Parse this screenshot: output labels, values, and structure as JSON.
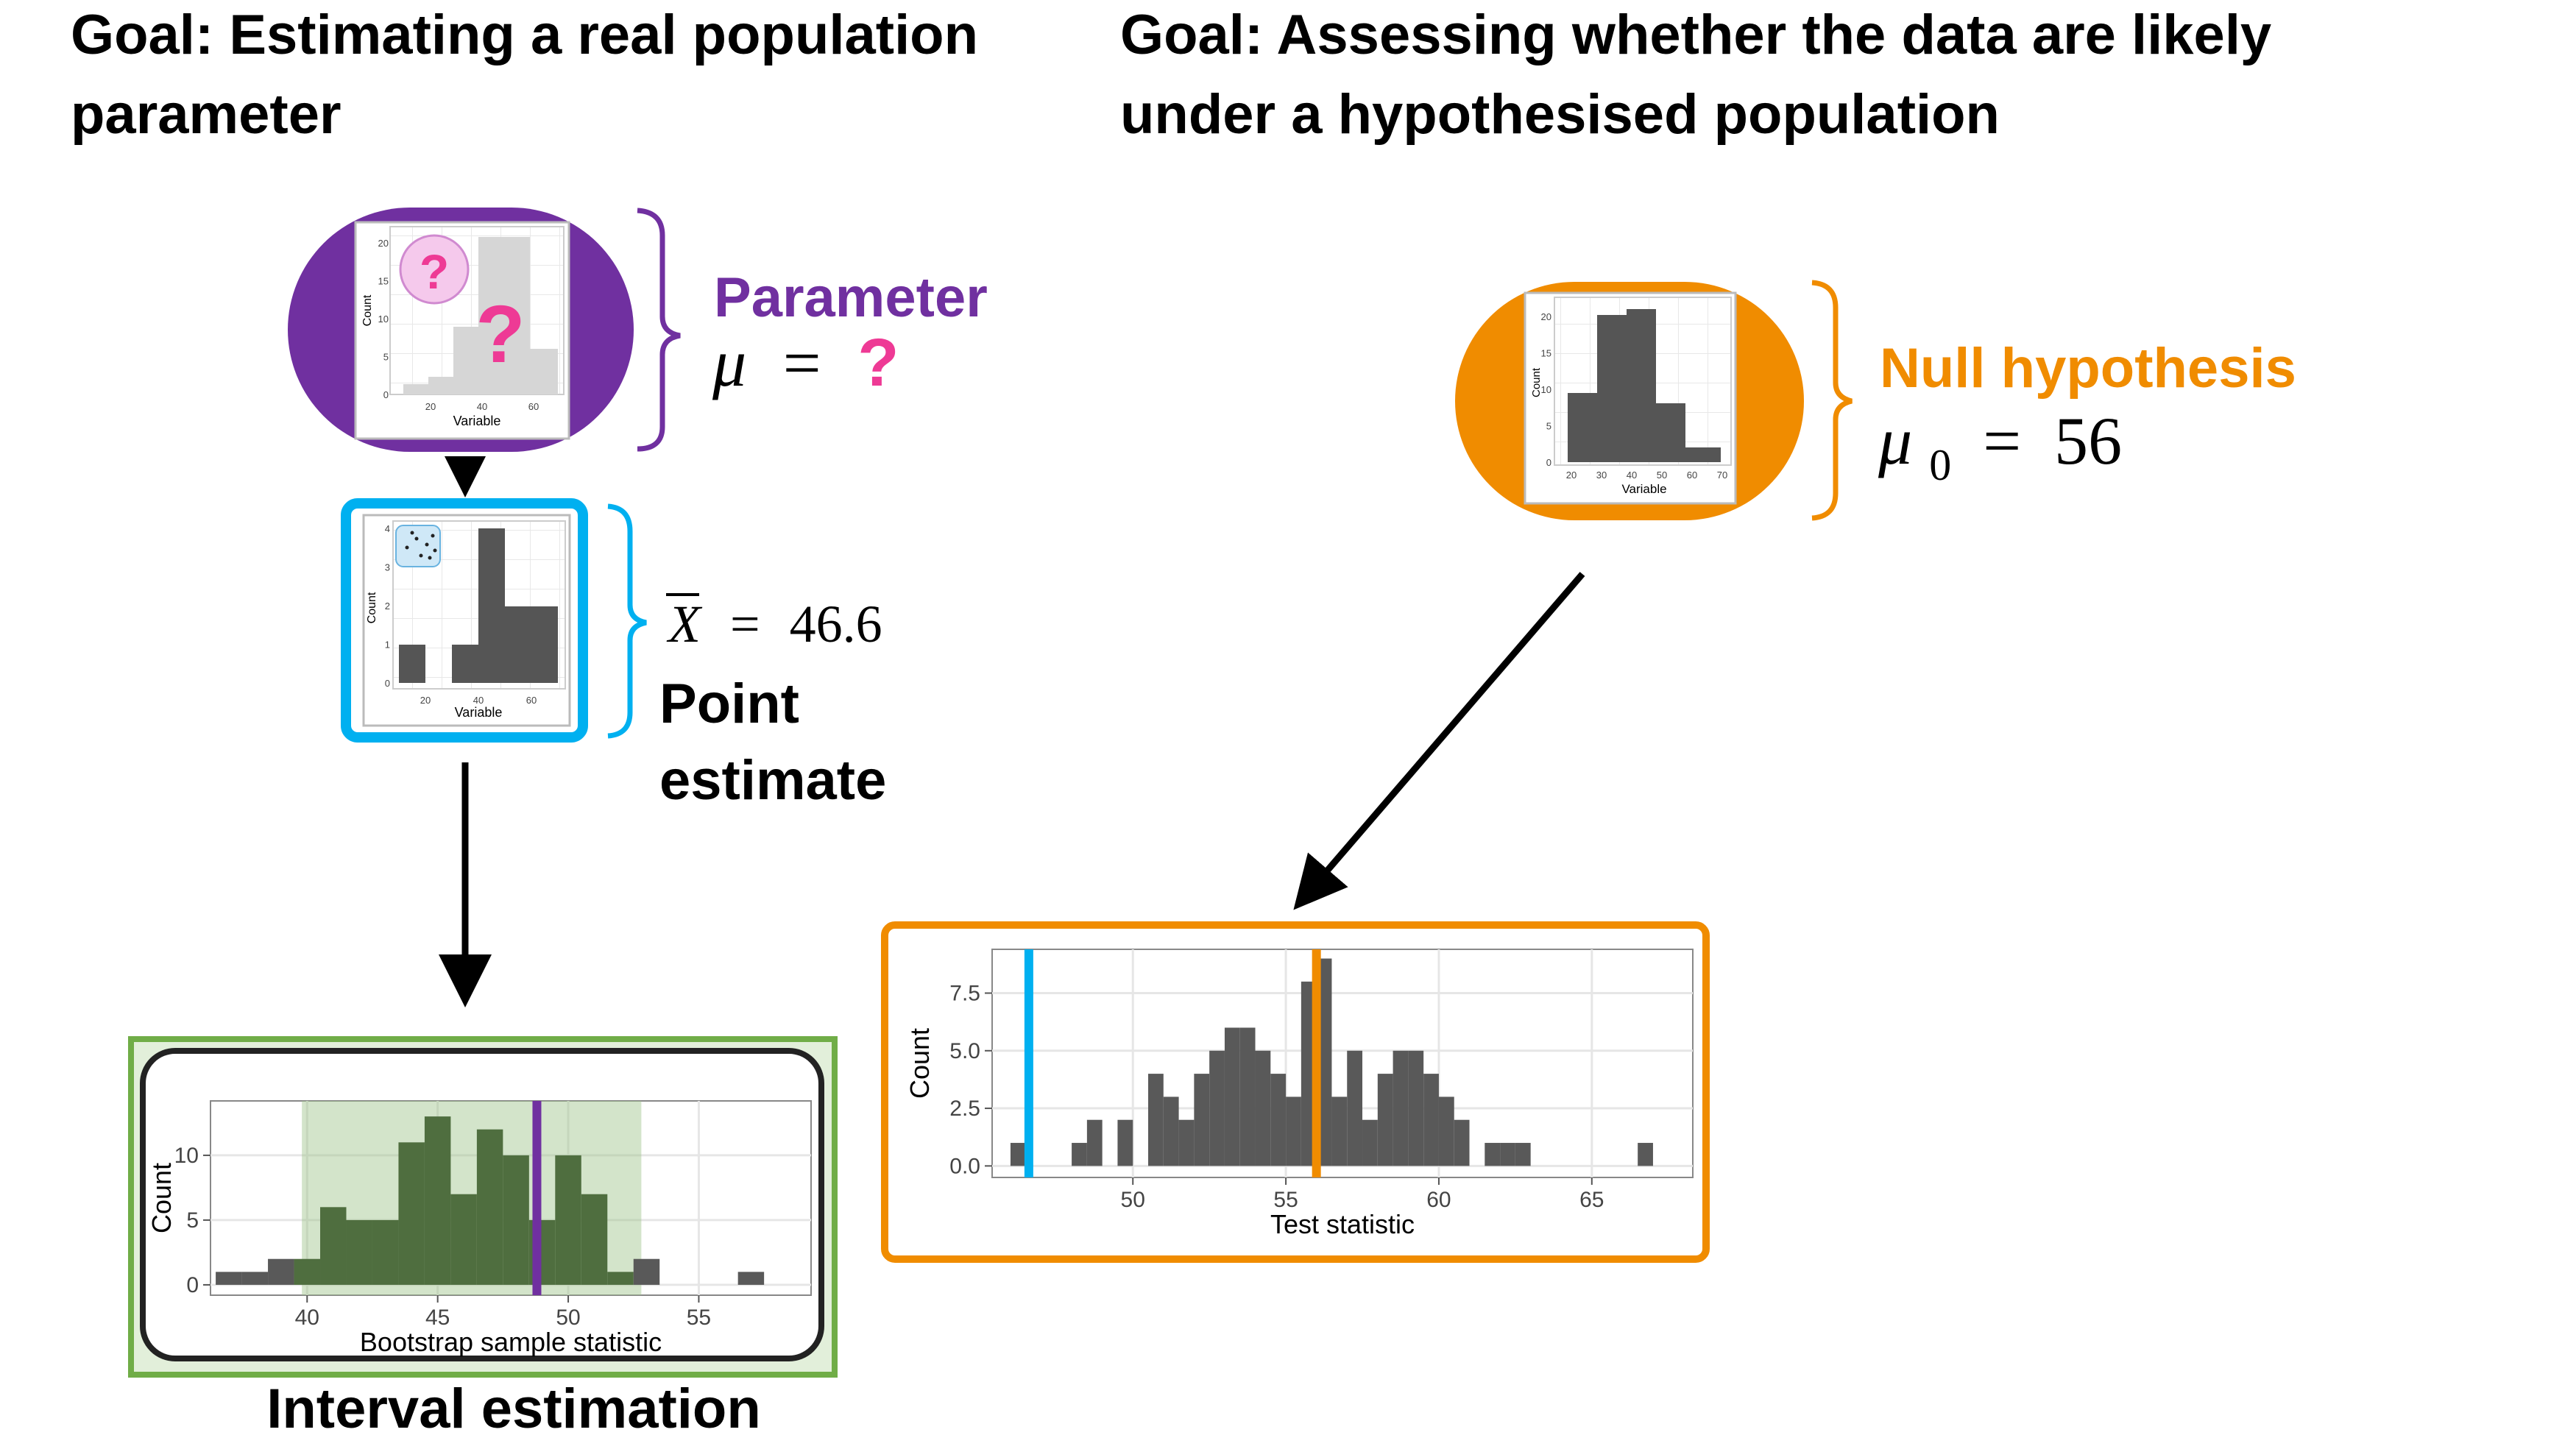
{
  "left_goal": "Goal: Estimating a real population parameter",
  "right_goal": "Goal: Assessing whether the data are likely under a hypothesised population",
  "population": {
    "heading": "Parameter",
    "symbol": "μ",
    "equals": "=",
    "value": "?",
    "hist_qmark": "?",
    "magnifier_qmark": "?",
    "xlabel": "Variable",
    "ylabel": "Count",
    "xticks": [
      "20",
      "40",
      "60"
    ],
    "yticks": [
      "0",
      "5",
      "10",
      "15",
      "20"
    ]
  },
  "sample": {
    "symbol": "X",
    "equals": "=",
    "value": "46.6",
    "label_line1": "Point",
    "label_line2": "estimate",
    "xlabel": "Variable",
    "ylabel": "Count",
    "xticks": [
      "20",
      "40",
      "60"
    ],
    "yticks": [
      "0",
      "1",
      "2",
      "3",
      "4"
    ]
  },
  "null_pop": {
    "heading": "Null hypothesis",
    "symbol": "μ",
    "subscript": "0",
    "equals": "=",
    "value": "56",
    "xlabel": "Variable",
    "ylabel": "Count",
    "xticks": [
      "20",
      "30",
      "40",
      "50",
      "60",
      "70"
    ],
    "yticks": [
      "0",
      "5",
      "10",
      "15",
      "20"
    ]
  },
  "interval_label": "Interval estimation",
  "colors": {
    "purple": "#7030a0",
    "magenta": "#ee3a95",
    "blue": "#00b0f0",
    "orange": "#f08c00",
    "green": "#70ad47",
    "bar_dark": "#595959",
    "bar_green": "#4f6e3f"
  },
  "chart_data": [
    {
      "id": "bootstrap",
      "type": "bar",
      "xlabel": "Bootstrap sample statistic",
      "ylabel": "Count",
      "xticks": [
        40,
        45,
        50,
        55
      ],
      "yticks": [
        0,
        5,
        10
      ],
      "xlim": [
        36.3,
        59.3
      ],
      "ylim": [
        -0.8,
        14.2
      ],
      "bin_width": 1,
      "bins": [
        [
          37,
          1
        ],
        [
          38,
          1
        ],
        [
          39,
          2
        ],
        [
          40,
          2
        ],
        [
          41,
          6
        ],
        [
          42,
          5
        ],
        [
          43,
          5
        ],
        [
          44,
          11
        ],
        [
          45,
          13
        ],
        [
          46,
          7
        ],
        [
          47,
          12
        ],
        [
          48,
          10
        ],
        [
          49,
          5
        ],
        [
          50,
          10
        ],
        [
          51,
          7
        ],
        [
          52,
          1
        ],
        [
          53,
          2
        ],
        [
          55,
          0
        ],
        [
          57,
          1
        ]
      ],
      "interval": [
        39.8,
        52.8
      ],
      "estimate_line": 48.8
    },
    {
      "id": "test",
      "type": "bar",
      "xlabel": "Test statistic",
      "ylabel": "Count",
      "xticks": [
        50,
        55,
        60,
        65
      ],
      "yticks": [
        "0.0",
        "2.5",
        "5.0",
        "7.5"
      ],
      "xlim": [
        45.4,
        68.3
      ],
      "ylim": [
        -0.5,
        9.4
      ],
      "bin_width": 0.5,
      "bins": [
        [
          46.25,
          1
        ],
        [
          48.25,
          1
        ],
        [
          48.75,
          2
        ],
        [
          49.75,
          2
        ],
        [
          50.75,
          4
        ],
        [
          51.25,
          3
        ],
        [
          51.75,
          2
        ],
        [
          52.25,
          4
        ],
        [
          52.75,
          5
        ],
        [
          53.25,
          6
        ],
        [
          53.75,
          6
        ],
        [
          54.25,
          5
        ],
        [
          54.75,
          4
        ],
        [
          55.25,
          3
        ],
        [
          55.75,
          8
        ],
        [
          56.25,
          9
        ],
        [
          56.75,
          3
        ],
        [
          57.25,
          5
        ],
        [
          57.75,
          2
        ],
        [
          58.25,
          4
        ],
        [
          58.75,
          5
        ],
        [
          59.25,
          5
        ],
        [
          59.75,
          4
        ],
        [
          60.25,
          3
        ],
        [
          60.75,
          2
        ],
        [
          61.75,
          1
        ],
        [
          62.25,
          1
        ],
        [
          62.75,
          1
        ],
        [
          66.75,
          1
        ]
      ],
      "observed_line": 46.6,
      "null_line": 56
    }
  ]
}
